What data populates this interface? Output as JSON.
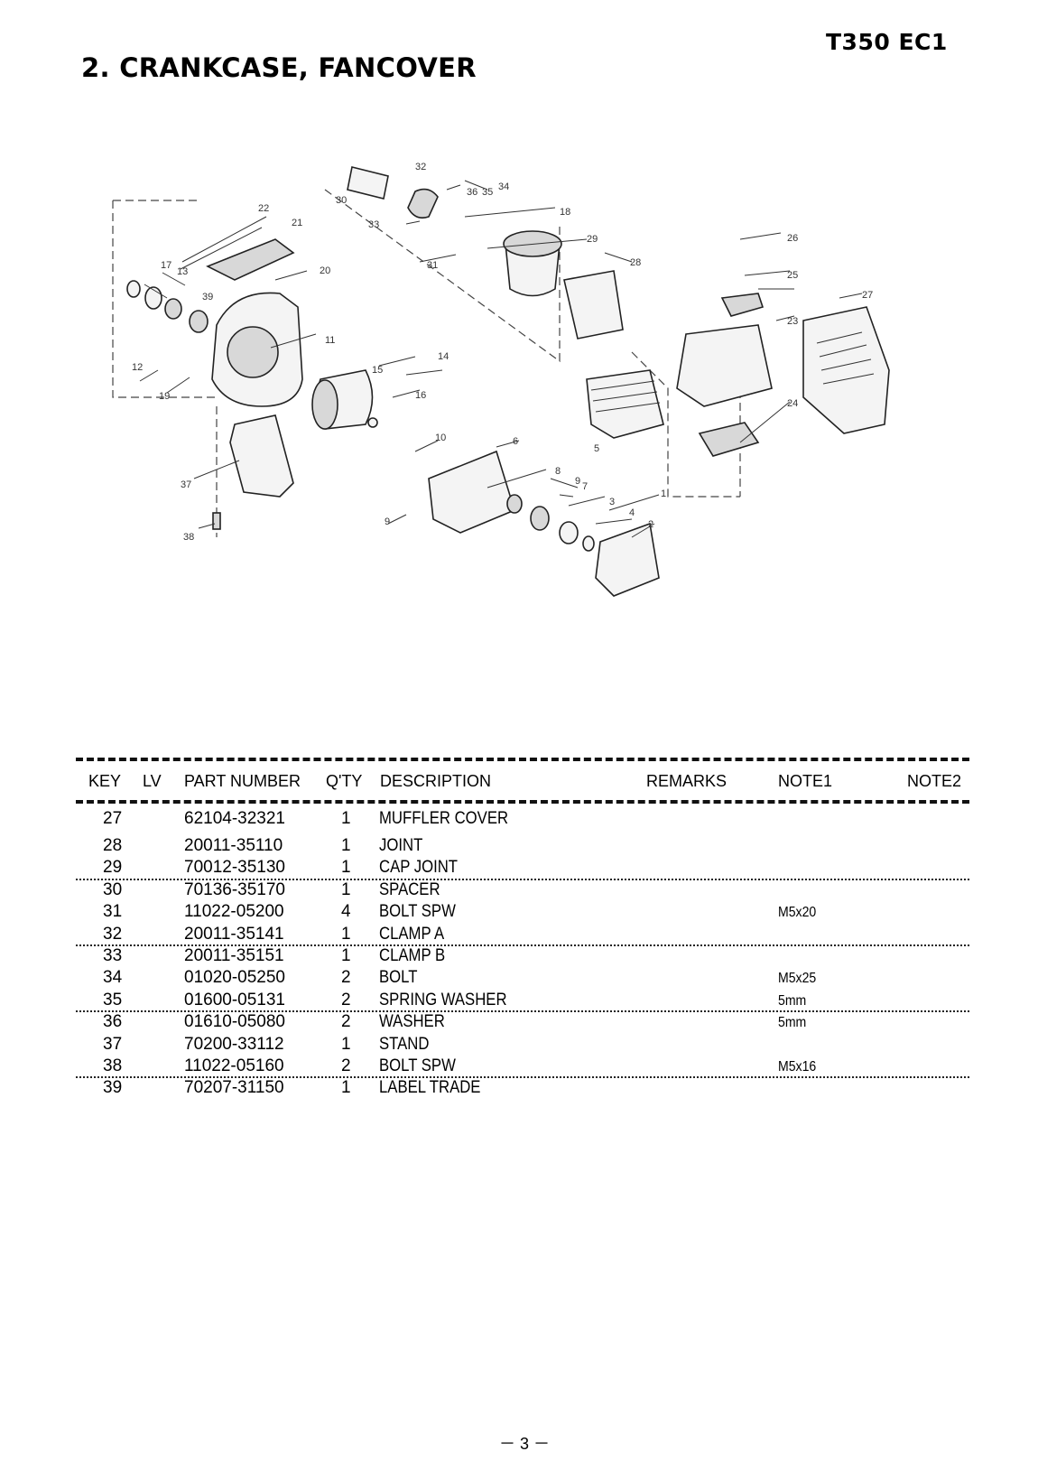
{
  "header": {
    "model": "T350 EC1",
    "title": "2. CRANKCASE, FANCOVER"
  },
  "diagram": {
    "callouts": [
      "1",
      "2",
      "3",
      "4",
      "5",
      "6",
      "7",
      "8",
      "9",
      "9",
      "10",
      "11",
      "12",
      "13",
      "14",
      "15",
      "16",
      "17",
      "18",
      "19",
      "20",
      "21",
      "22",
      "23",
      "24",
      "25",
      "26",
      "27",
      "28",
      "29",
      "30",
      "31",
      "32",
      "33",
      "34",
      "35",
      "36",
      "37",
      "38",
      "39"
    ]
  },
  "table": {
    "columns": [
      "KEY",
      "LV",
      "PART NUMBER",
      "Q'TY",
      "DESCRIPTION",
      "REMARKS",
      "NOTE1",
      "NOTE2"
    ],
    "rows": [
      {
        "key": "27",
        "part_number": "62104-32321",
        "qty": "1",
        "description": "MUFFLER COVER",
        "note1": ""
      },
      {
        "key": "28",
        "part_number": "20011-35110",
        "qty": "1",
        "description": "JOINT",
        "note1": ""
      },
      {
        "key": "29",
        "part_number": "70012-35130",
        "qty": "1",
        "description": "CAP JOINT",
        "note1": ""
      },
      {
        "key": "30",
        "part_number": "70136-35170",
        "qty": "1",
        "description": "SPACER",
        "note1": ""
      },
      {
        "key": "31",
        "part_number": "11022-05200",
        "qty": "4",
        "description": "BOLT SPW",
        "note1": "M5x20"
      },
      {
        "key": "32",
        "part_number": "20011-35141",
        "qty": "1",
        "description": "CLAMP A",
        "note1": ""
      },
      {
        "key": "33",
        "part_number": "20011-35151",
        "qty": "1",
        "description": "CLAMP B",
        "note1": ""
      },
      {
        "key": "34",
        "part_number": "01020-05250",
        "qty": "2",
        "description": "BOLT",
        "note1": "M5x25"
      },
      {
        "key": "35",
        "part_number": "01600-05131",
        "qty": "2",
        "description": "SPRING WASHER",
        "note1": "5mm"
      },
      {
        "key": "36",
        "part_number": "01610-05080",
        "qty": "2",
        "description": "WASHER",
        "note1": "5mm"
      },
      {
        "key": "37",
        "part_number": "70200-33112",
        "qty": "1",
        "description": "STAND",
        "note1": ""
      },
      {
        "key": "38",
        "part_number": "11022-05160",
        "qty": "2",
        "description": "BOLT SPW",
        "note1": "M5x16"
      },
      {
        "key": "39",
        "part_number": "70207-31150",
        "qty": "1",
        "description": "LABEL TRADE",
        "note1": ""
      }
    ]
  },
  "footer": {
    "page_number": "－ 3 －"
  }
}
